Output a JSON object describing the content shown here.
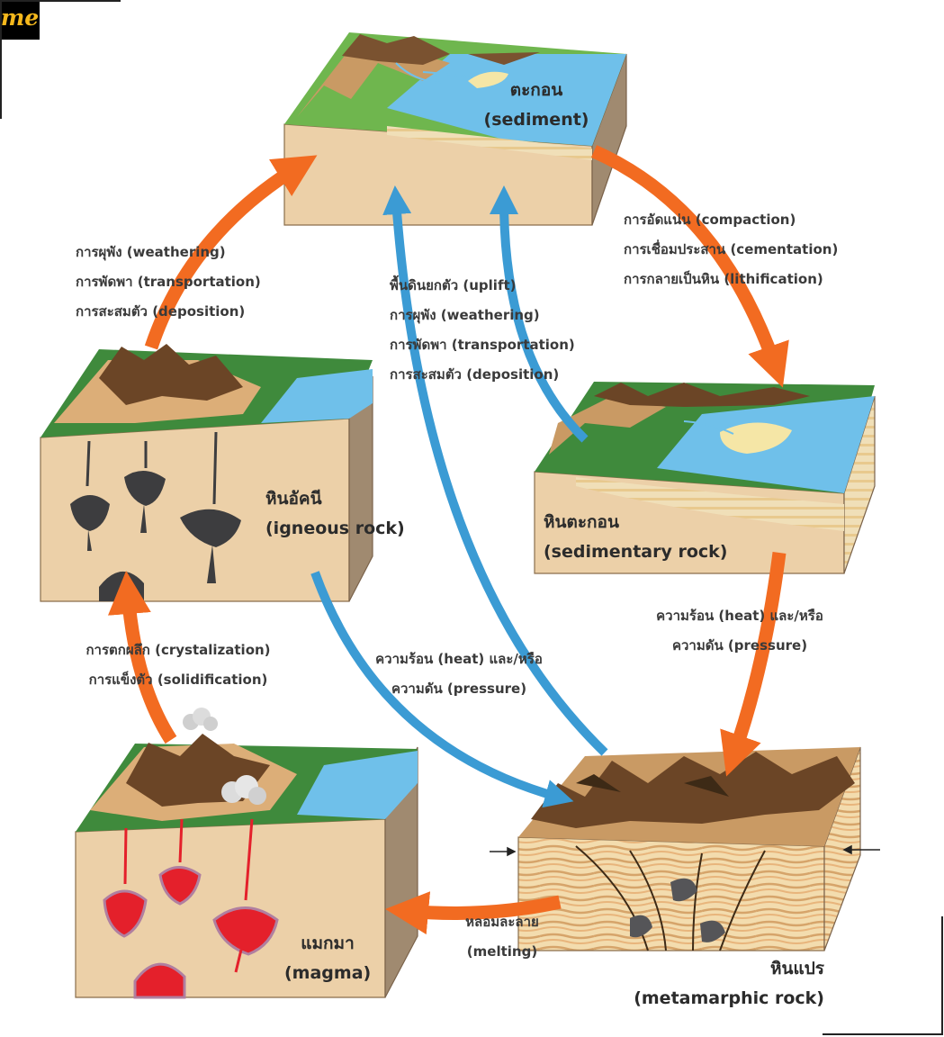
{
  "logo": "me",
  "stages": {
    "sediment": {
      "th": "ตะกอน",
      "en": "(sediment)"
    },
    "sedimentary": {
      "th": "หินตะกอน",
      "en": "(sedimentary rock)"
    },
    "metamorphic": {
      "th": "หินแปร",
      "en": "(metamarphic rock)"
    },
    "magma": {
      "th": "แมกมา",
      "en": "(magma)"
    },
    "igneous": {
      "th": "หินอัคนี",
      "en": "(igneous rock)"
    }
  },
  "processes": {
    "igneous_to_sediment": [
      "การผุพัง (weathering)",
      "การพัดพา (transportation)",
      "การสะสมตัว (deposition)"
    ],
    "sediment_to_sedimentary": [
      "การอัดแน่น (compaction)",
      "การเชื่อมประสาน (cementation)",
      "การกลายเป็นหิน (lithification)"
    ],
    "uplift": [
      "พื้นดินยกตัว (uplift)",
      "การผุพัง (weathering)",
      "การพัดพา (transportation)",
      "การสะสมตัว (deposition)"
    ],
    "sedimentary_to_metamorphic": [
      "ความร้อน (heat) และ/หรือ",
      "ความดัน (pressure)"
    ],
    "igneous_to_metamorphic": [
      "ความร้อน (heat) และ/หรือ",
      "ความดัน (pressure)"
    ],
    "magma_to_igneous": [
      "การตกผลึก (crystalization)",
      "การแข็งตัว (solidification)"
    ],
    "metamorphic_to_magma": [
      "หลอมละลาย",
      "(melting)"
    ]
  },
  "colors": {
    "orange_arrow": "#f26b21",
    "blue_arrow": "#3b9bd4",
    "water": "#6fc0ea",
    "soil": "#ecd0a8",
    "mountain": "#6b4526",
    "grass": "#3f8a3c",
    "magma": "#e4202b",
    "igneous_body": "#3d3d3f"
  }
}
